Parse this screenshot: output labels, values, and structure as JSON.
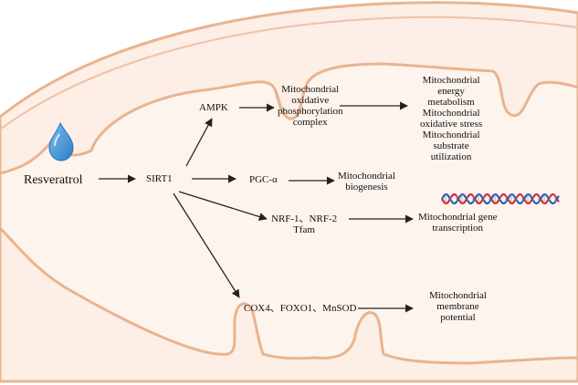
{
  "nodes": {
    "resveratrol": "Resveratrol",
    "sirt1": "SIRT1",
    "ampk": "AMPK",
    "pgc": "PGC-α",
    "nrf": "NRF-1、NRF-2\nTfam",
    "cox": "COX4、FOXO1、MnSOD",
    "oxphos": "Mitochondrial\noxidative\nphosphorylation\ncomplex",
    "energy": "Mitochondrial\nenergy\nmetabolism\nMitochondrial\noxidative stress\nMitochondrial\nsubstrate\nutilization",
    "biogenesis": "Mitochondrial\nbiogenesis",
    "transcription": "Mitochondrial gene\ntranscription",
    "membrane": "Mitochondrial\nmembrane\npotential"
  },
  "colors": {
    "outer_fill": "#fdeee6",
    "inner_fill": "#fdf4ee",
    "membrane_stroke": "#e8b48f",
    "drop": "#3a8fd0",
    "dna_red": "#d32f2f",
    "dna_blue": "#2f5fb0"
  },
  "icons": [
    "water-drop-icon",
    "dna-helix-icon"
  ]
}
